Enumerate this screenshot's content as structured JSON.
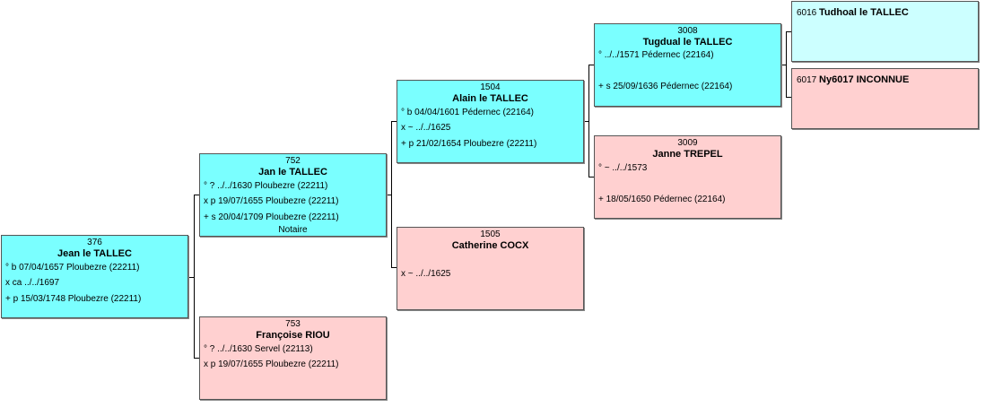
{
  "persons": {
    "p376": {
      "num": "376",
      "name": "Jean le TALLEC",
      "l1": "° b 07/04/1657 Ploubezre (22211)",
      "l2": "x ca ../../1697",
      "l3": "+ p 15/03/1748 Ploubezre (22211)"
    },
    "p752": {
      "num": "752",
      "name": "Jan le TALLEC",
      "l1": "° ? ../../1630 Ploubezre (22211)",
      "l2": "x p 19/07/1655 Ploubezre (22211)",
      "l3": "+ s 20/04/1709 Ploubezre (22211)",
      "occ": "Notaire"
    },
    "p753": {
      "num": "753",
      "name": "Françoise RIOU",
      "l1": "° ? ../../1630 Servel (22113)",
      "l2": "x p 19/07/1655 Ploubezre (22211)"
    },
    "p1504": {
      "num": "1504",
      "name": "Alain le TALLEC",
      "l1": "° b 04/04/1601 Pédernec (22164)",
      "l2": "x ~ ../../1625",
      "l3": "+ p 21/02/1654 Ploubezre (22211)"
    },
    "p1505": {
      "num": "1505",
      "name": "Catherine COCX",
      "l2": "x ~ ../../1625"
    },
    "p3008": {
      "num": "3008",
      "name": "Tugdual le TALLEC",
      "l1": "° ../../1571 Pédernec (22164)",
      "l3": "+ s 25/09/1636 Pédernec (22164)"
    },
    "p3009": {
      "num": "3009",
      "name": "Janne TREPEL",
      "l1": "° ~ ../../1573",
      "l3": "+ 18/05/1650 Pédernec (22164)"
    },
    "p6016": {
      "num": "6016",
      "name": "Tudhoal le TALLEC"
    },
    "p6017": {
      "num": "6017",
      "name": "Ny6017 INCONNUE"
    }
  },
  "colors": {
    "male": "#7affff",
    "female": "#ffd0d0",
    "male_light": "#ccffff"
  }
}
